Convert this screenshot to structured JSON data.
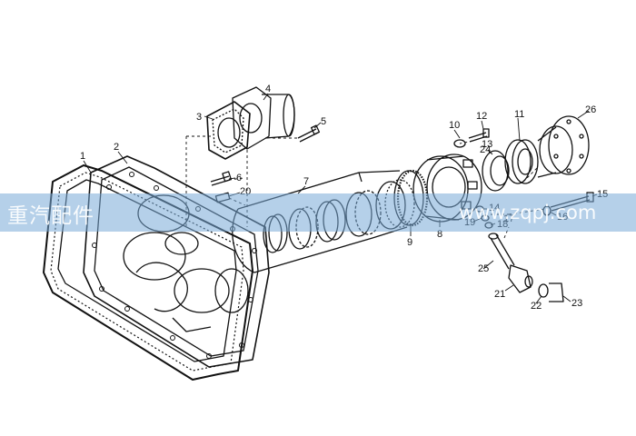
{
  "diagram": {
    "part_numbers": [
      "1",
      "2",
      "3",
      "4",
      "5",
      "6",
      "7",
      "8",
      "9",
      "10",
      "11",
      "12",
      "13",
      "14",
      "15",
      "16",
      "17",
      "18",
      "19",
      "20",
      "21",
      "22",
      "23",
      "24",
      "25",
      "26"
    ]
  },
  "watermark": {
    "text": "重汽配件",
    "url": "www.zqpj.com"
  }
}
